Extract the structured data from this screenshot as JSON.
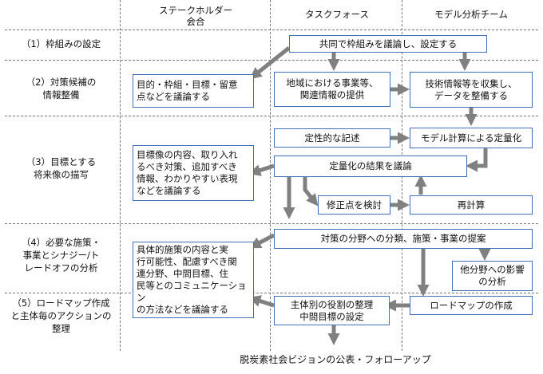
{
  "columns": {
    "stakeholder_line1": "ステークホルダー",
    "stakeholder_line2": "会合",
    "taskforce": "タスクフォース",
    "model_team": "モデル分析チーム"
  },
  "stages": {
    "s1": "（1）枠組みの設定",
    "s2_line1": "（2）対策候補の",
    "s2_line2": "情報整備",
    "s3_line1": "（3）目標とする",
    "s3_line2": "将来像の描写",
    "s4_line1": "（4）必要な施策・",
    "s4_line2": "事業とシナジー/ト",
    "s4_line3": "レードオフの分析",
    "s5_line1": "（5）ロードマップ作成",
    "s5_line2": "と主体毎のアクションの",
    "s5_line3": "整理"
  },
  "boxes": {
    "joint_framework": "共同で枠組みを議論し、設定する",
    "sh_goals_line1": "目的・枠組・目標・留意",
    "sh_goals_line2": "点などを議論する",
    "tf_info_line1": "地域における事業等、",
    "tf_info_line2": "関連情報の提供",
    "mt_data_line1": "技術情報等を収集し、",
    "mt_data_line2": "データを整備する",
    "qualitative": "定性的な記述",
    "quantify": "モデル計算による定量化",
    "sh_vision_line1": "目標像の内容、取り入れ",
    "sh_vision_line2": "るべき対策、追加すべき",
    "sh_vision_line3": "情報、わかりやすい表現",
    "sh_vision_line4": "などを議論する",
    "discuss_results": "定量化の結果を議論",
    "revise": "修正点を検討",
    "recalc": "再計算",
    "classify": "対策の分野への分類、施策・事業の提案",
    "impact_line1": "他分野への影響",
    "impact_line2": "の分析",
    "sh_measures_line1": "具体的施策の内容と実",
    "sh_measures_line2": "行可能性、配慮すべき関",
    "sh_measures_line3": "連分野、中間目標、住",
    "sh_measures_line4": "民等とのコミュニケーション",
    "sh_measures_line5": "の方法などを議論する",
    "roles_line1": "主体別の役割の整理",
    "roles_line2": "中間目標の設定",
    "roadmap": "ロードマップの作成"
  },
  "footer": "脱炭素社会ビジョンの公表・フォローアップ",
  "colors": {
    "box_border": "#3f6fb6",
    "arrow": "#808080",
    "grid": "#777777"
  }
}
